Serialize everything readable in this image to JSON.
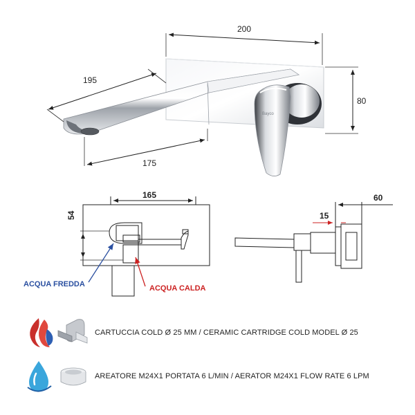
{
  "product": {
    "dimensions": {
      "plate_width": "200",
      "plate_height": "80",
      "spout_length": "195",
      "spout_reach": "175"
    },
    "brand_mark": "Bayco"
  },
  "front_view": {
    "width": "165",
    "height": "54",
    "cold_label": "ACQUA FREDDA",
    "hot_label": "ACQUA CALDA"
  },
  "side_view": {
    "depth": "60",
    "inner": "15"
  },
  "specs": [
    {
      "icon": "hot-cold-flame-icon",
      "part_icon": "cartridge-icon",
      "text": "CARTUCCIA COLD Ø 25 MM / CERAMIC CARTRIDGE COLD MODEL Ø 25"
    },
    {
      "icon": "water-drop-icon",
      "part_icon": "aerator-icon",
      "text": "AREATORE M24X1 PORTATA 6 L/MIN / AERATOR M24X1 FLOW RATE 6 LPM"
    }
  ],
  "colors": {
    "cold": "#2a4fa0",
    "hot": "#cc2222",
    "chrome": "#b8bcc2"
  }
}
